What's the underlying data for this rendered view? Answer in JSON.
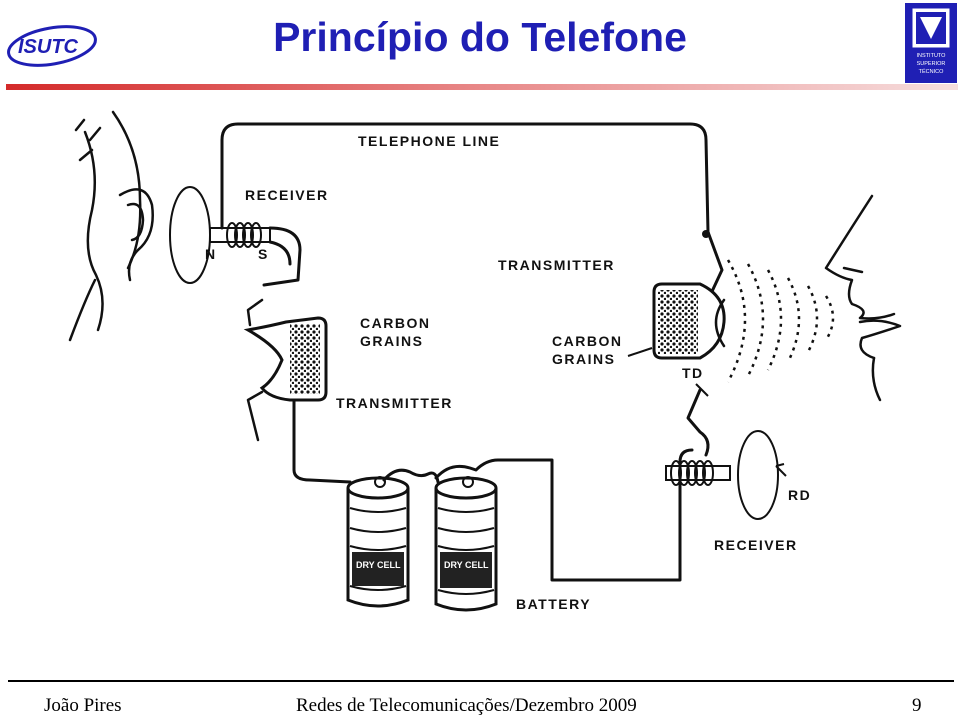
{
  "header": {
    "title": "Princípio do Telefone",
    "left_logo_text": "ISUTC",
    "right_logo_text": "INSTITUTO SUPERIOR TÉCNICO",
    "accent_color": "#1f1fb4"
  },
  "diagram": {
    "labels": {
      "telephone_line": "TELEPHONE LINE",
      "receiver_left": "RECEIVER",
      "north": "N",
      "south": "S",
      "carbon_grains_left_1": "CARBON",
      "carbon_grains_left_2": "GRAINS",
      "transmitter_left": "TRANSMITTER",
      "transmitter_right": "TRANSMITTER",
      "carbon_grains_right_1": "CARBON",
      "carbon_grains_right_2": "GRAINS",
      "td": "TD",
      "rd": "RD",
      "receiver_right": "RECEIVER",
      "battery": "BATTERY",
      "dry_cell_1": "DRY CELL",
      "dry_cell_2": "DRY CELL"
    }
  },
  "footer": {
    "author": "João Pires",
    "course": "Redes de Telecomunicações/Dezembro 2009",
    "page": "9"
  }
}
